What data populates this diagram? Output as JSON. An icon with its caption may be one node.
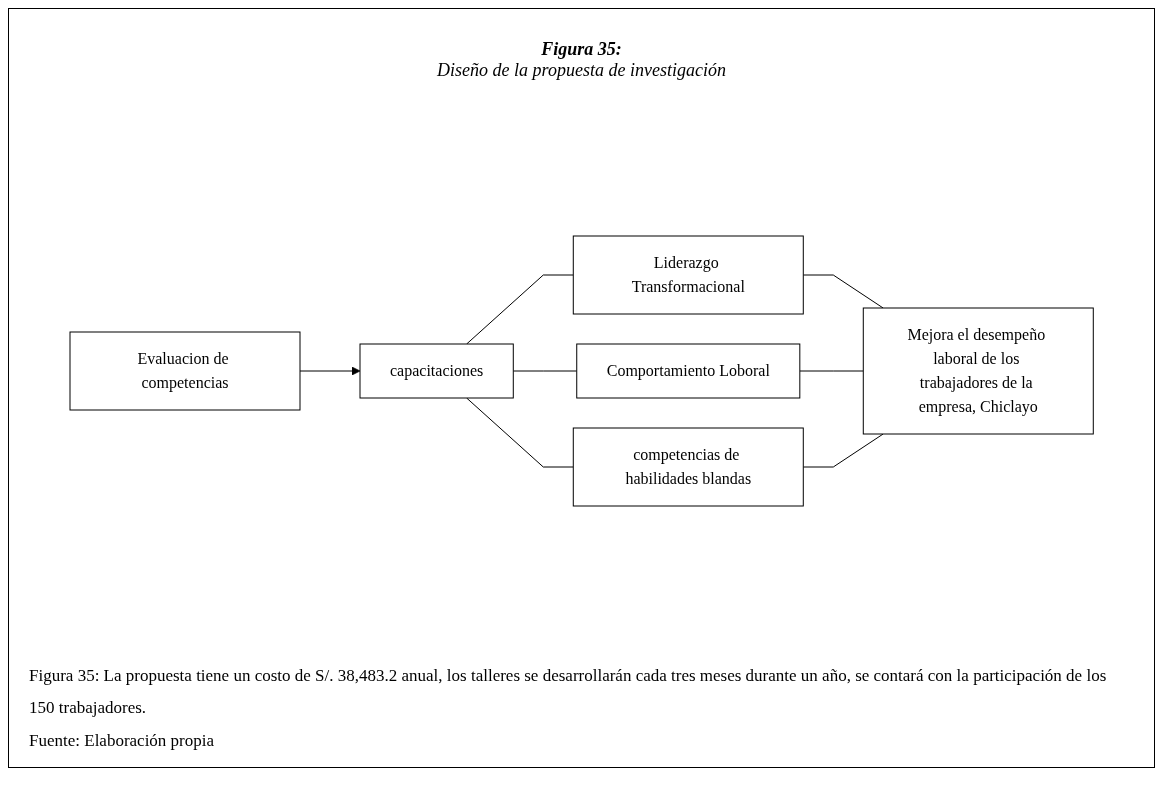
{
  "diagram": {
    "title": "Figura 35:",
    "nodes": [
      {
        "text": [
          "Evaluacion de competencias"
        ]
      },
      {
        "text": [
          "capacitaciones"
        ]
      },
      {
        "text": [
          "Liderazgo Transformacional"
        ]
      },
      {
        "text": [
          "Comportamiento Loboral"
        ]
      },
      {
        "text": [
          "competencias de habilidades blandas"
        ]
      },
      {
        "text": [
          "Mejora el desempeño laboral de los trabajadores de la empresa, Chiclayo"
        ]
      }
    ],
    "edges": [
      {
        "from": 0,
        "to": 1,
        "arrow": "to"
      },
      {
        "from": 1,
        "to": 2,
        "arrow": "none"
      },
      {
        "from": 1,
        "to": 3,
        "arrow": "none"
      },
      {
        "from": 1,
        "to": 4,
        "arrow": "none"
      },
      {
        "from": 2,
        "to": 5,
        "arrow": "none"
      },
      {
        "from": 3,
        "to": 5,
        "arrow": "none"
      },
      {
        "from": 4,
        "to": 5,
        "arrow": "none"
      }
    ],
    "labels": [
      "Diseño de la propuesta de investigación",
      "Fuente: Elaboración propia"
    ],
    "caption": "Figura 35: La propuesta tiene un costo de S/. 38,483.2 anual, los talleres se desarrollarán cada tres meses durante un año, se contará con la participación de los 150 trabajadores."
  }
}
